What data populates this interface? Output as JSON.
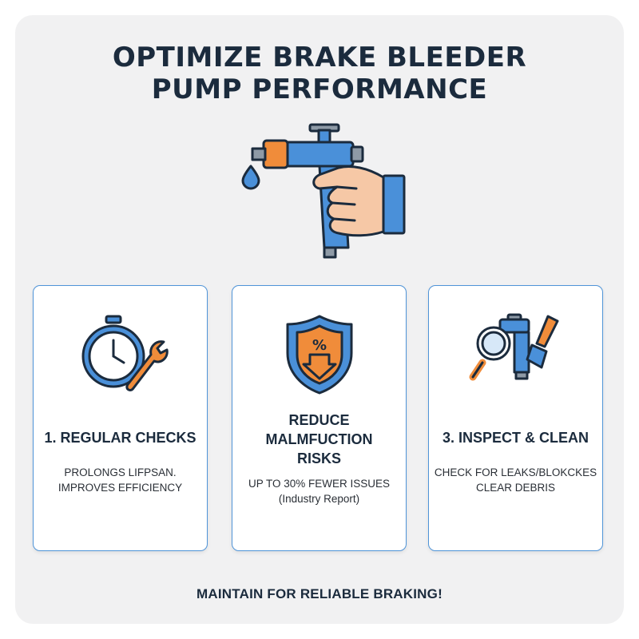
{
  "title": {
    "line1": "OPTIMIZE BRAKE BLEEDER",
    "line2": "PUMP PERFORMANCE"
  },
  "hero": {
    "icon": "hand-holding-bleeder-pump-icon"
  },
  "cards": [
    {
      "icon": "stopwatch-wrench-icon",
      "title_lines": [
        "1. REGULAR CHECKS"
      ],
      "text_lines": [
        "PROLONGS LIFPSAN.",
        "IMPROVES EFFICIENCY"
      ]
    },
    {
      "icon": "percent-shield-icon",
      "title_lines": [
        "REDUCE",
        "MALMFUCTION",
        "RISKS"
      ],
      "text_lines": [
        "UP TO 30% FEWER ISSUES",
        "(Industry Report)"
      ]
    },
    {
      "icon": "magnifier-pump-brush-icon",
      "title_lines": [
        "3. INSPECT & CLEAN"
      ],
      "text_lines": [
        "CHECK FOR LEAKS/BLOKCKES",
        "CLEAR DEBRIS"
      ]
    }
  ],
  "footer": "MAINTAIN FOR RELIABLE BRAKING!",
  "colors": {
    "navy": "#1b2b3d",
    "blue": "#4a90d9",
    "orange": "#f08c3a",
    "skin": "#f6c8a6",
    "panel": "#f1f1f2"
  }
}
